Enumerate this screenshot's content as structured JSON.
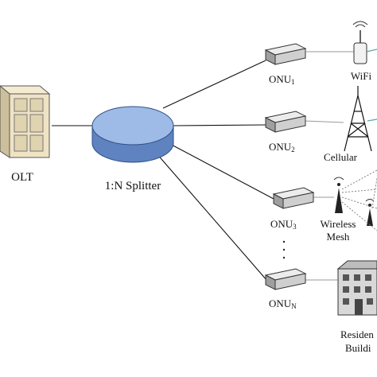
{
  "labels": {
    "olt": "OLT",
    "splitter": "1:N Splitter",
    "onu_base": "ONU",
    "onu_subs": [
      "1",
      "2",
      "3",
      "N"
    ],
    "wifi": "WiFi",
    "cellular": "Cellular",
    "mesh_line1": "Wireless",
    "mesh_line2": "Mesh",
    "res_line1": "Residen",
    "res_line2": "Buildi",
    "ellipsis": ". . ."
  },
  "colors": {
    "splitter_fill": "#9dbbe6",
    "splitter_dark": "#5f83c0",
    "building_fill": "#d8d8d8",
    "olt_fill": "#efe3c4",
    "line": "#111111",
    "dash": "#777777",
    "teal_link": "#58a6a0"
  },
  "icons": [
    "server-rack-icon",
    "splitter-disk-icon",
    "onu-box-icon",
    "wifi-antenna-icon",
    "cell-tower-icon",
    "mesh-node-icon",
    "building-icon"
  ]
}
